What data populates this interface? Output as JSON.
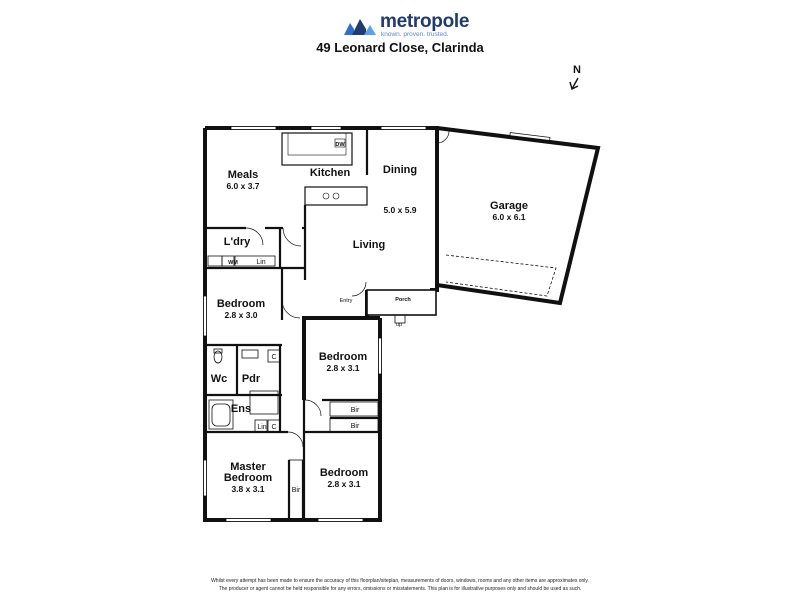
{
  "brand": {
    "name": "metropole",
    "tagline": "known. proven. trusted."
  },
  "address": "49 Leonard Close, Clarinda",
  "compass": "N",
  "rooms": {
    "meals": {
      "name": "Meals",
      "dim": "6.0 x 3.7"
    },
    "kitchen": {
      "name": "Kitchen"
    },
    "dining": {
      "name": "Dining"
    },
    "living": {
      "name": "Living",
      "dim": "5.0 x 5.9"
    },
    "garage": {
      "name": "Garage",
      "dim": "6.0 x 6.1"
    },
    "laundry": {
      "name": "L'dry"
    },
    "bedroom1": {
      "name": "Bedroom",
      "dim": "2.8 x 3.0"
    },
    "bedroom2": {
      "name": "Bedroom",
      "dim": "2.8 x 3.1"
    },
    "wc": {
      "name": "Wc"
    },
    "pdr": {
      "name": "Pdr"
    },
    "ens": {
      "name": "Ens"
    },
    "master": {
      "name1": "Master",
      "name2": "Bedroom",
      "dim": "3.8 x 3.1"
    },
    "bedroom3": {
      "name": "Bedroom",
      "dim": "2.8 x 3.1"
    }
  },
  "small_labels": {
    "dw": "DW",
    "wm": "WM",
    "lin1": "Lin",
    "lin2": "Lin",
    "c1": "C",
    "c2": "C",
    "entry": "Entry",
    "porch": "Porch",
    "up": "up",
    "bir1": "Bir",
    "bir2": "Bir",
    "bir3": "Bir"
  },
  "disclaimer": {
    "line1": "Whilst every attempt has been made to ensure the accuracy of this floorplan/siteplan, measurements of doors, windows, rooms and any other items are approximates only.",
    "line2": "The producer or agent cannot be held responsible for any errors, omissions or misstatements. This plan is for illustrative purposes only and should be used as such."
  }
}
